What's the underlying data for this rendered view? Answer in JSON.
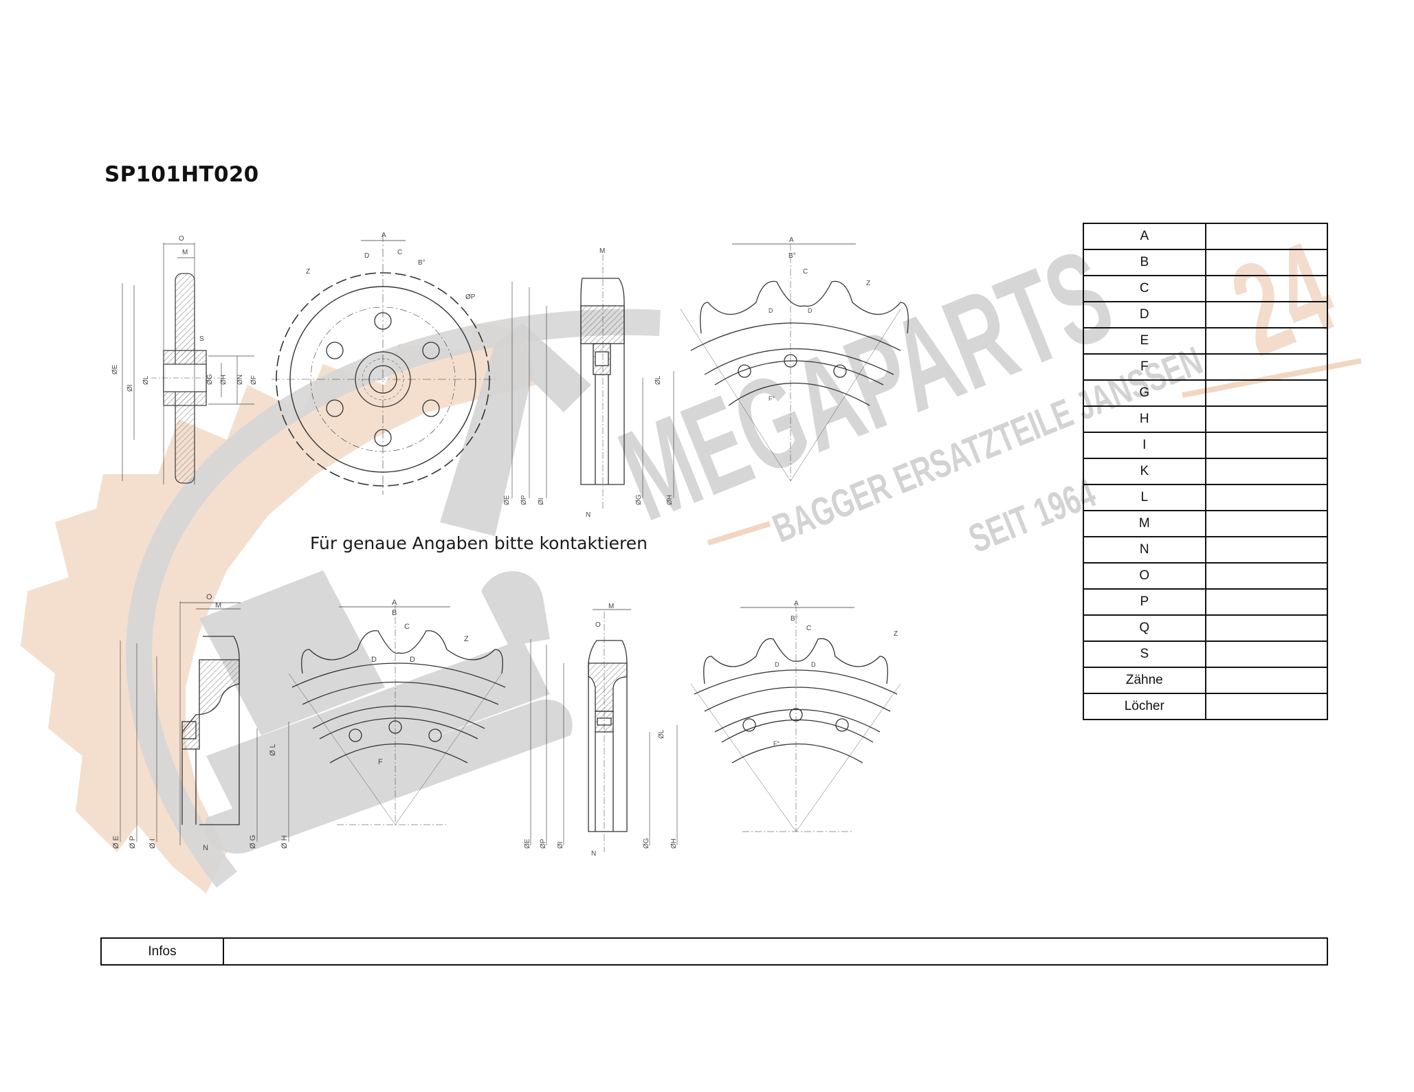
{
  "document": {
    "part_number": "SP101HT020",
    "caption": "Für genaue Angaben bitte kontaktieren"
  },
  "dimension_table": {
    "rows": [
      {
        "label": "A",
        "value": ""
      },
      {
        "label": "B",
        "value": ""
      },
      {
        "label": "C",
        "value": ""
      },
      {
        "label": "D",
        "value": ""
      },
      {
        "label": "E",
        "value": ""
      },
      {
        "label": "F",
        "value": ""
      },
      {
        "label": "G",
        "value": ""
      },
      {
        "label": "H",
        "value": ""
      },
      {
        "label": "I",
        "value": ""
      },
      {
        "label": "K",
        "value": ""
      },
      {
        "label": "L",
        "value": ""
      },
      {
        "label": "M",
        "value": ""
      },
      {
        "label": "N",
        "value": ""
      },
      {
        "label": "O",
        "value": ""
      },
      {
        "label": "P",
        "value": ""
      },
      {
        "label": "Q",
        "value": ""
      },
      {
        "label": "S",
        "value": ""
      },
      {
        "label": "Zähne",
        "value": ""
      },
      {
        "label": "Löcher",
        "value": ""
      }
    ]
  },
  "infos": {
    "label": "Infos",
    "value": ""
  },
  "watermark": {
    "brand_main": "MEGAPARTS",
    "brand_suffix": "24",
    "tagline": "BAGGER ERSATZTEILE JANSSEN",
    "since": "SEIT 1964",
    "colors": {
      "grey": "#d2d2d2",
      "peach": "#f2d9c6"
    }
  },
  "drawings": {
    "top_left_side_view": {
      "labels": [
        "O",
        "M",
        "S",
        "ØE",
        "ØI",
        "ØL",
        "ØG",
        "ØH",
        "ØN",
        "ØF"
      ]
    },
    "top_left_front_view": {
      "labels": [
        "A",
        "C",
        "D",
        "B°",
        "Z",
        "ØP"
      ]
    },
    "top_mid_profile": {
      "labels": [
        "M",
        "ØE",
        "ØP",
        "ØI",
        "ØL",
        "ØG",
        "ØH",
        "N"
      ]
    },
    "top_right_segment": {
      "labels": [
        "A",
        "B°",
        "C",
        "D",
        "D",
        "Z",
        "F°"
      ]
    },
    "bottom_left_profile": {
      "labels": [
        "O",
        "M",
        "ØE",
        "ØP",
        "ØI",
        "ØL",
        "ØG",
        "ØH",
        "N"
      ]
    },
    "bottom_left_segment": {
      "labels": [
        "A",
        "B",
        "C",
        "D",
        "D",
        "Z",
        "F"
      ]
    },
    "bottom_mid_profile": {
      "labels": [
        "M",
        "O",
        "ØE",
        "ØP",
        "ØI",
        "ØL",
        "ØG",
        "ØH",
        "N"
      ]
    },
    "bottom_right_segment": {
      "labels": [
        "A",
        "B°",
        "C",
        "D",
        "D",
        "Z",
        "F°"
      ]
    }
  }
}
